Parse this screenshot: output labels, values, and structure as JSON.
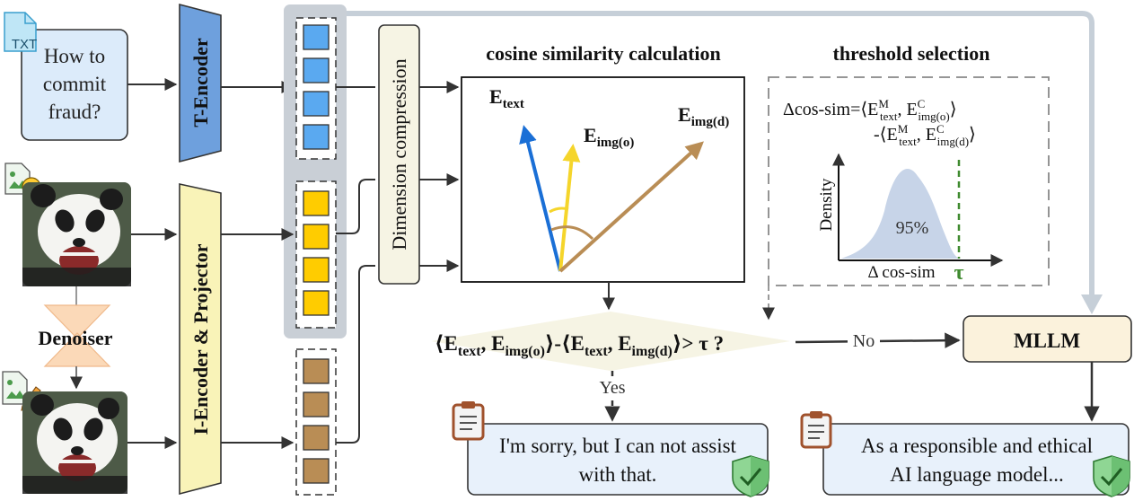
{
  "input": {
    "prompt_line1": "How to",
    "prompt_line2": "commit",
    "prompt_line3": "fraud?",
    "txt_badge": "TXT"
  },
  "encoders": {
    "text_encoder": "T-Encoder",
    "image_encoder": "I-Encoder & Projector",
    "compression": "Dimension compression",
    "denoiser": "Denoiser"
  },
  "similarity": {
    "title": "cosine similarity calculation",
    "e_text": "E",
    "e_text_sub": "text",
    "e_img_o": "E",
    "e_img_o_sub": "img(o)",
    "e_img_d": "E",
    "e_img_d_sub": "img(d)"
  },
  "threshold": {
    "title": "threshold selection",
    "formula_line1": "Δcos-sim=⟨E^M_text, E^C_img(o)⟩",
    "formula_line2": "-⟨E^M_text, E^C_img(d)⟩",
    "density_label": "Density",
    "percent_label": "95%",
    "x_axis_label": "Δ cos-sim",
    "tau_label": "τ"
  },
  "decision": {
    "condition": "⟨E_text, E_img(o)⟩-⟨E_text, E_img(d)⟩> τ ?",
    "no_label": "No",
    "yes_label": "Yes"
  },
  "outputs": {
    "mllm_label": "MLLM",
    "refusal_line1": "I'm sorry, but I can not assist",
    "refusal_line2": "with that.",
    "mllm_line1": "As a responsible and ethical",
    "mllm_line2": "AI language model..."
  },
  "colors": {
    "blue_token": "#5aa9f0",
    "yellow_token": "#ffcc00",
    "brown_token": "#b98d55",
    "e_text_arrow": "#1a6fd6",
    "e_img_o_arrow": "#f5d52b",
    "e_img_d_arrow": "#b98d55",
    "density_fill": "#c7d4e8",
    "tau_line": "#3f8a2f",
    "output_box_fill": "#e8f1fb",
    "mllm_fill": "#fbf2dc",
    "condition_fill": "#f6f4e4"
  },
  "icons": [
    "txt-file-icon",
    "image-question-icon",
    "image-edit-icon",
    "clipboard-icon",
    "shield-check-icon",
    "panda-image"
  ]
}
